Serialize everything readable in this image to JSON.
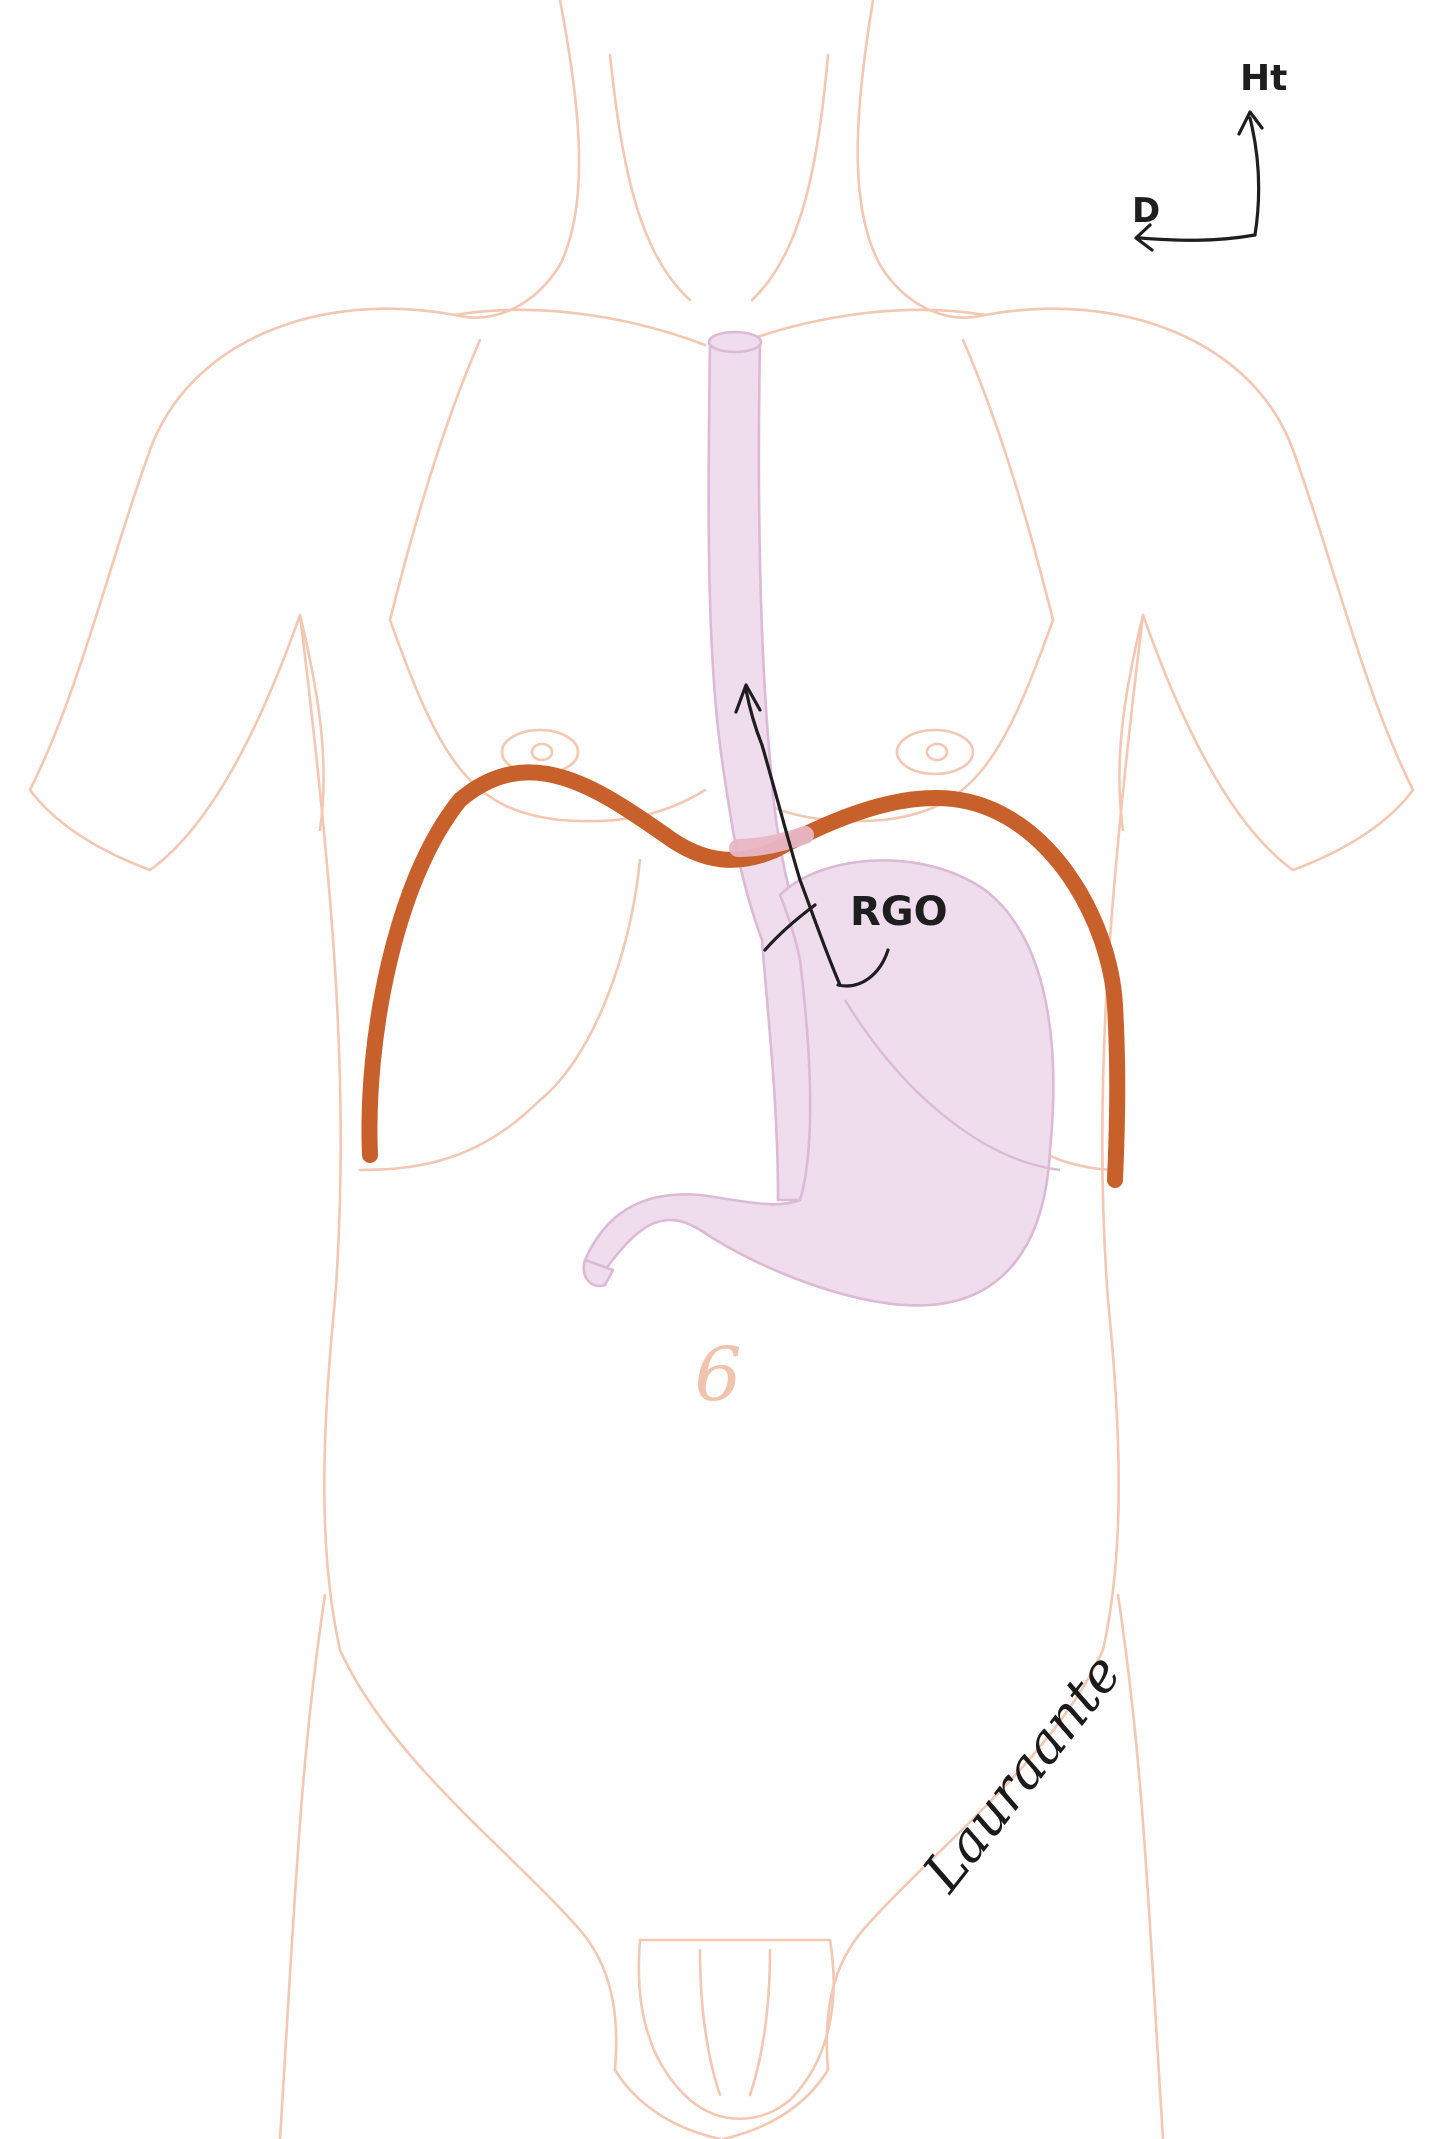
{
  "orientation": {
    "up_label": "Ht",
    "side_label": "D"
  },
  "annotations": {
    "reflux_label": "RGO",
    "level_number": "6"
  },
  "signature": "Lauraante",
  "colors": {
    "body_outline": "#f3c7b2",
    "organ_fill": "#efdcec",
    "organ_stroke": "#dcbad6",
    "diaphragm": "#c8602c",
    "sphincter": "#e8b6c6",
    "ink": "#1e1e1e",
    "level_number": "#f1c3ac"
  },
  "icons": {
    "orientation": "orientation-arrows-icon",
    "reflux": "reflux-arrow-icon"
  }
}
